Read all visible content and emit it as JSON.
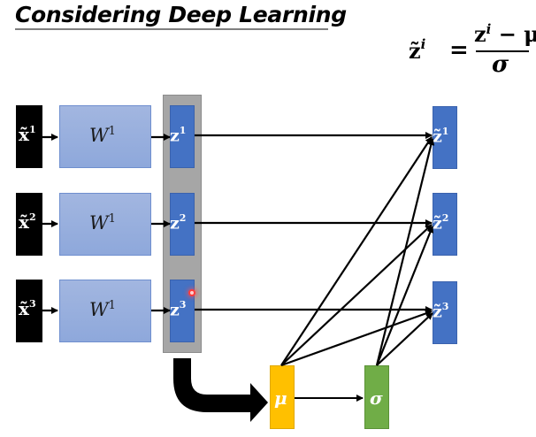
{
  "title": "Considering Deep Learning",
  "formula": {
    "lhs_base": "z̃",
    "lhs_sup": "i",
    "equals": "=",
    "numerator_base": "z",
    "numerator_sup": "i",
    "numerator_rest": " − μ",
    "denominator": "σ"
  },
  "rows": [
    {
      "x_base": "x̃",
      "x_sup": "1",
      "w_base": "W",
      "w_sup": "1",
      "z_base": "z",
      "z_sup": "1",
      "zt_base": "z̃",
      "zt_sup": "1"
    },
    {
      "x_base": "x̃",
      "x_sup": "2",
      "w_base": "W",
      "w_sup": "1",
      "z_base": "z",
      "z_sup": "2",
      "zt_base": "z̃",
      "zt_sup": "2"
    },
    {
      "x_base": "x̃",
      "x_sup": "3",
      "w_base": "W",
      "w_sup": "1",
      "z_base": "z",
      "z_sup": "3",
      "zt_base": "z̃",
      "zt_sup": "3"
    }
  ],
  "mu_label": "μ",
  "sigma_label": "σ",
  "colors": {
    "input": "#000000",
    "weight": "#8faadc",
    "z": "#4472c4",
    "group": "#a6a6a6",
    "mu": "#ffc000",
    "sigma": "#70ad47"
  }
}
